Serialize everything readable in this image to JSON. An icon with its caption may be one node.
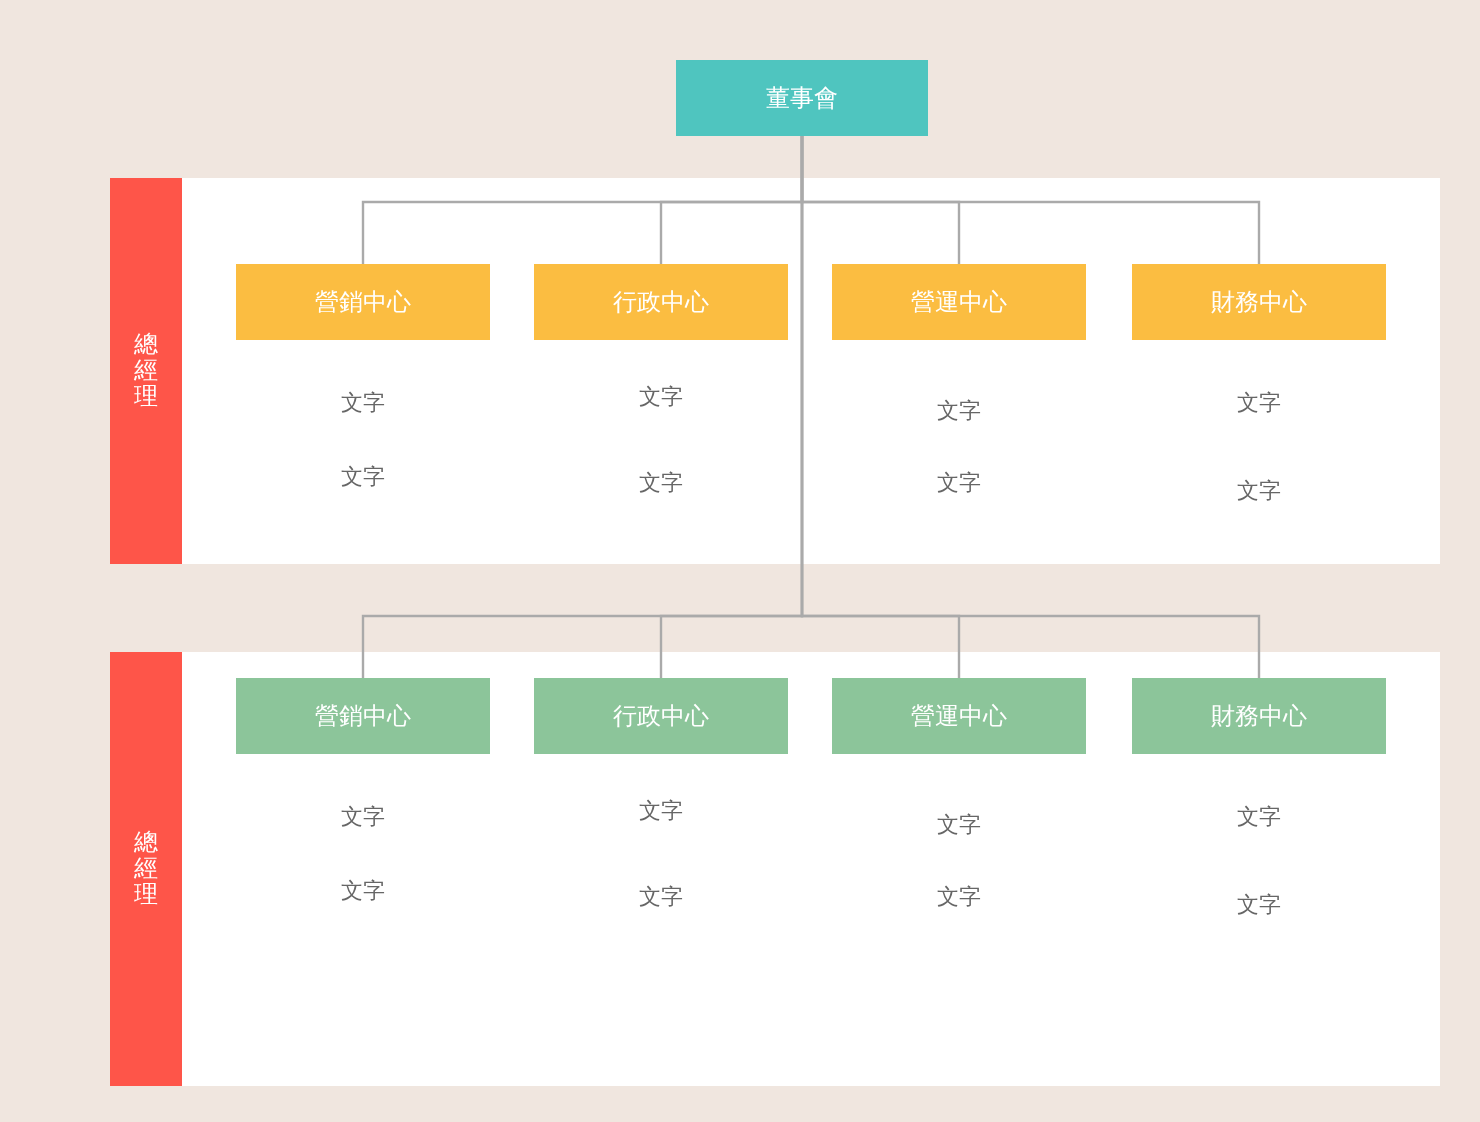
{
  "diagram": {
    "nodes": [
      {
        "text": [
          "董事會"
        ]
      },
      {
        "text": [
          "總經理"
        ]
      },
      {
        "text": [
          "營銷中心"
        ],
        "beside": [
          "文字",
          "文字"
        ]
      },
      {
        "text": [
          "行政中心"
        ],
        "beside": [
          "文字",
          "文字"
        ]
      },
      {
        "text": [
          "營運中心"
        ],
        "beside": [
          "文字",
          "文字"
        ]
      },
      {
        "text": [
          "財務中心"
        ],
        "beside": [
          "文字",
          "文字"
        ]
      },
      {
        "text": [
          "總經理"
        ]
      },
      {
        "text": [
          "營銷中心"
        ],
        "beside": [
          "文字",
          "文字"
        ]
      },
      {
        "text": [
          "行政中心"
        ],
        "beside": [
          "文字",
          "文字"
        ]
      },
      {
        "text": [
          "營運中心"
        ],
        "beside": [
          "文字",
          "文字"
        ]
      },
      {
        "text": [
          "財務中心"
        ],
        "beside": [
          "文字",
          "文字"
        ]
      }
    ],
    "edges": [
      {
        "from": 0,
        "to": 2,
        "arrow": "none"
      },
      {
        "from": 0,
        "to": 3,
        "arrow": "none"
      },
      {
        "from": 0,
        "to": 4,
        "arrow": "none"
      },
      {
        "from": 0,
        "to": 5,
        "arrow": "none"
      },
      {
        "from": 0,
        "to": 7,
        "arrow": "none"
      },
      {
        "from": 0,
        "to": 8,
        "arrow": "none"
      },
      {
        "from": 0,
        "to": 9,
        "arrow": "none"
      },
      {
        "from": 0,
        "to": 10,
        "arrow": "none"
      }
    ]
  }
}
